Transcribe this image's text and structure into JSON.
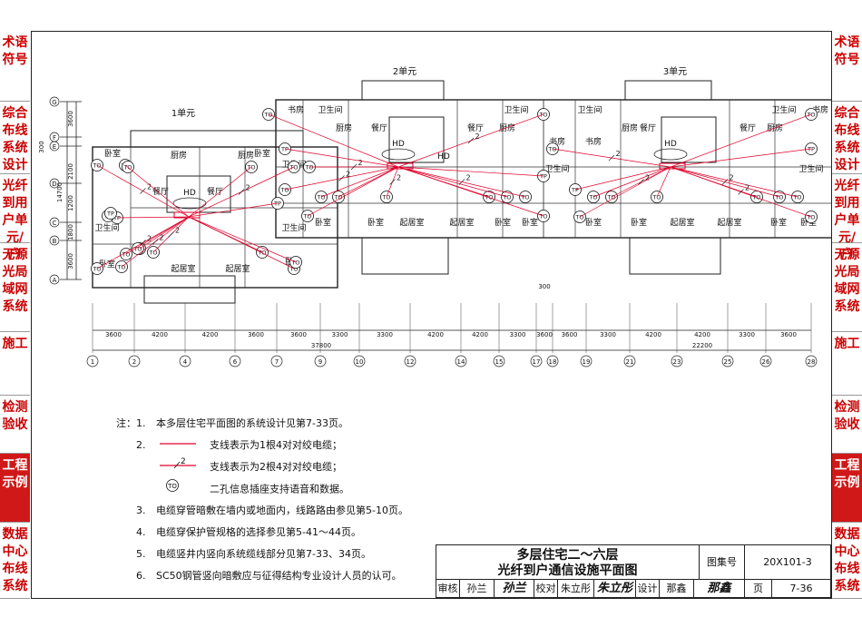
{
  "sidebar_left": [
    {
      "label": "术语符号",
      "active": false
    },
    {
      "label": "综合布线系统设计",
      "active": false
    },
    {
      "label": "光纤到用户单元/户",
      "active": false
    },
    {
      "label": "无源光局域网系统",
      "active": false
    },
    {
      "label": "施工",
      "active": false
    },
    {
      "label": "检测验收",
      "active": false
    },
    {
      "label": "工程示例",
      "active": true
    },
    {
      "label": "数据中心布线系统",
      "active": false
    }
  ],
  "plan": {
    "unit_labels": [
      "1单元",
      "2单元",
      "3单元"
    ],
    "room_labels": {
      "bedroom": "卧室",
      "kitchen": "厨房",
      "dining": "餐厅",
      "living": "起居室",
      "bath": "卫生间",
      "study": "书房"
    },
    "hd": "HD",
    "socket_to": "TO",
    "socket_tp": "TP",
    "cable2": "2",
    "dim_300": "300",
    "vert_dims": [
      "3600",
      "2100",
      "1200",
      "1800",
      "3600",
      "300"
    ],
    "vert_total": "14700",
    "grid_rows": [
      "G",
      "F",
      "E",
      "D",
      "C",
      "B",
      "A"
    ],
    "bottom_dims": [
      "3600",
      "4200",
      "4200",
      "3600",
      "3600",
      "3300",
      "3300",
      "4200",
      "4200",
      "3300",
      "3600",
      "3600",
      "3300",
      "4200",
      "4200",
      "3300",
      "3600"
    ],
    "total_left": "37800",
    "total_right": "22200",
    "grid_cols": [
      "1",
      "2",
      "4",
      "6",
      "7",
      "9",
      "10",
      "12",
      "14",
      "15",
      "17",
      "18",
      "19",
      "21",
      "23",
      "25",
      "26",
      "28"
    ]
  },
  "notes": {
    "heading": "注：",
    "items": [
      {
        "num": "1.",
        "text": "本多层住宅平面图的系统设计见第7-33页。"
      },
      {
        "num": "2.",
        "text": "支线表示为1根4对对绞电缆；"
      },
      {
        "num": "",
        "text": "支线表示为2根4对对绞电缆；"
      },
      {
        "num": "",
        "text": "二孔信息插座支持语音和数据。"
      },
      {
        "num": "3.",
        "text": "电缆穿管暗敷在墙内或地面内，线路路由参见第5-10页。"
      },
      {
        "num": "4.",
        "text": "电缆穿保护管规格的选择参见第5-41～44页。"
      },
      {
        "num": "5.",
        "text": "电缆竖井内竖向系统缆线部分见第7-33、34页。"
      },
      {
        "num": "6.",
        "text": "SC50钢管竖向暗敷应与征得结构专业设计人员的认可。"
      }
    ]
  },
  "titleblock": {
    "title_line1": "多层住宅二～六层",
    "title_line2": "光纤到户通信设施平面图",
    "atlas_label": "图集号",
    "atlas_value": "20X101-3",
    "review_label": "审核",
    "review_name": "孙兰",
    "check_label": "校对",
    "check_name": "朱立彤",
    "design_label": "设计",
    "design_name": "那鑫",
    "page_label": "页",
    "page_value": "7-36"
  },
  "colors": {
    "cable": "#e0002a",
    "tab_red": "#d01818",
    "tab_text": "#c00000",
    "ink": "#222222"
  }
}
